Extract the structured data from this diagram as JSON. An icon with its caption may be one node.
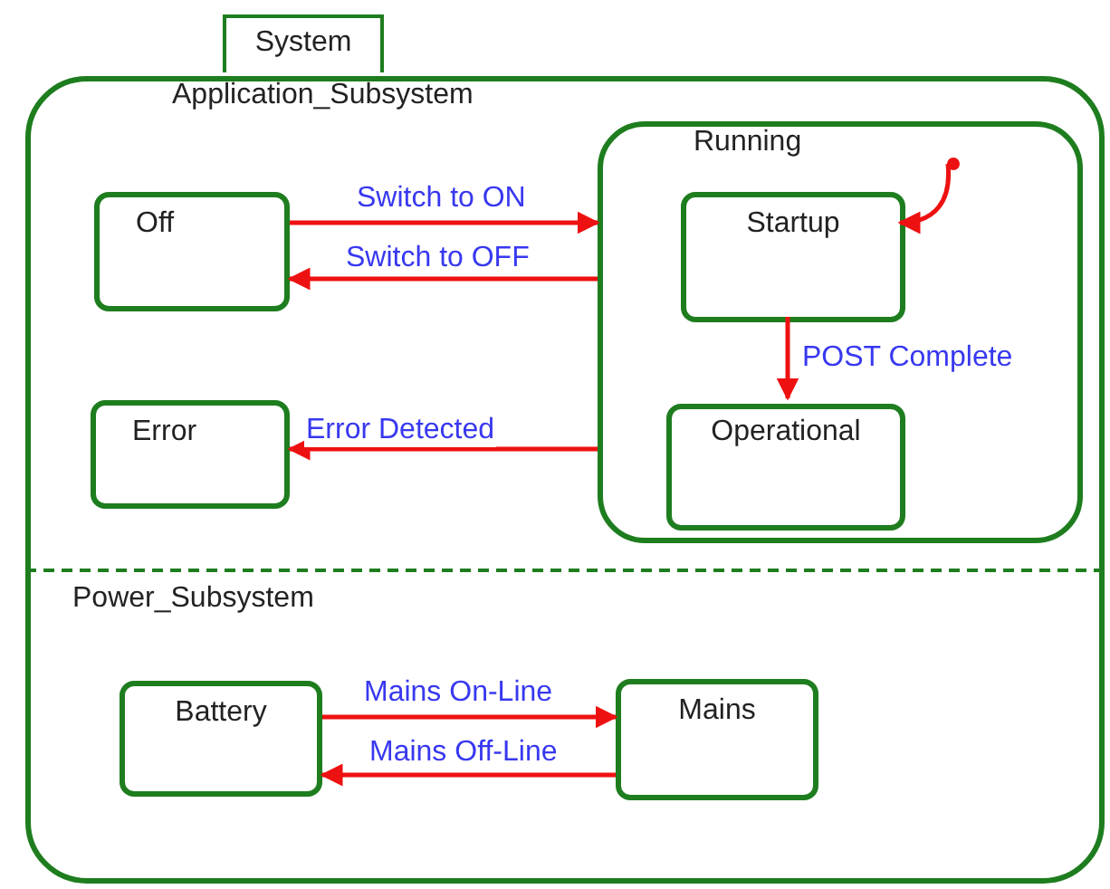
{
  "diagram": {
    "nodes": [
      {
        "text": [
          "System"
        ]
      },
      {
        "text": [
          "Application_Subsystem"
        ],
        "in": 0
      },
      {
        "text": [
          "Off"
        ],
        "in": 1
      },
      {
        "text": [
          "Error"
        ],
        "in": 1
      },
      {
        "text": [
          "Running"
        ],
        "in": 1
      },
      {
        "text": [
          "Startup"
        ],
        "in": 4
      },
      {
        "text": [
          "Operational"
        ],
        "in": 4
      },
      {
        "text": [
          "Power_Subsystem"
        ],
        "in": 0
      },
      {
        "text": [
          "Battery"
        ],
        "in": 7
      },
      {
        "text": [
          "Mains"
        ],
        "in": 7
      },
      {
        "text": [],
        "shape": "circle",
        "in": 4
      }
    ],
    "edges": [
      {
        "from": 2,
        "to": 4,
        "arrow": "to",
        "label": "Switch to ON"
      },
      {
        "from": 4,
        "to": 2,
        "arrow": "to",
        "label": "Switch to OFF"
      },
      {
        "from": 4,
        "to": 3,
        "arrow": "to",
        "label": "Error Detected"
      },
      {
        "from": 5,
        "to": 6,
        "arrow": "to",
        "label": "POST Complete"
      },
      {
        "from": 10,
        "to": 5,
        "arrow": "to"
      },
      {
        "from": 8,
        "to": 9,
        "arrow": "to",
        "label": "Mains On-Line"
      },
      {
        "from": 9,
        "to": 8,
        "arrow": "to",
        "label": "Mains Off-Line"
      }
    ]
  }
}
